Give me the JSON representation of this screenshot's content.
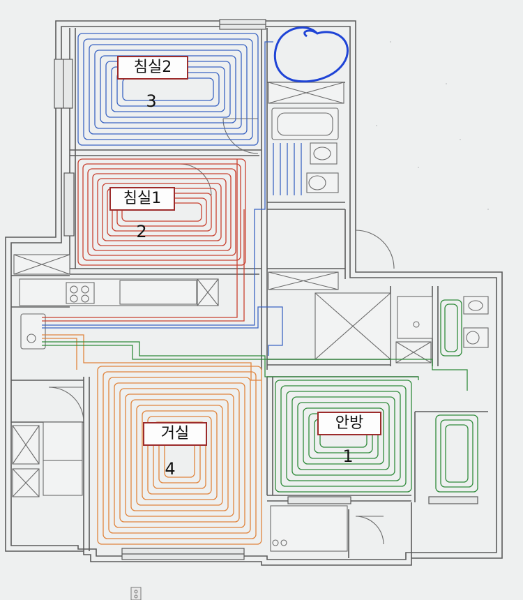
{
  "zones": [
    {
      "id": "bedroom2",
      "label": "침실2",
      "number": "3",
      "pipe_color": "#3a64c2"
    },
    {
      "id": "bedroom1",
      "label": "침실1",
      "number": "2",
      "pipe_color": "#c8402f"
    },
    {
      "id": "living",
      "label": "거실",
      "number": "4",
      "pipe_color": "#e0843c"
    },
    {
      "id": "master",
      "label": "안방",
      "number": "1",
      "pipe_color": "#2f8a3a"
    }
  ],
  "colors": {
    "wall": "#5a5a5a",
    "fixture": "#6a6a6a",
    "label_border": "#9c2b2b",
    "annotation": "#1f44d6",
    "paper": "#eef0f0"
  }
}
